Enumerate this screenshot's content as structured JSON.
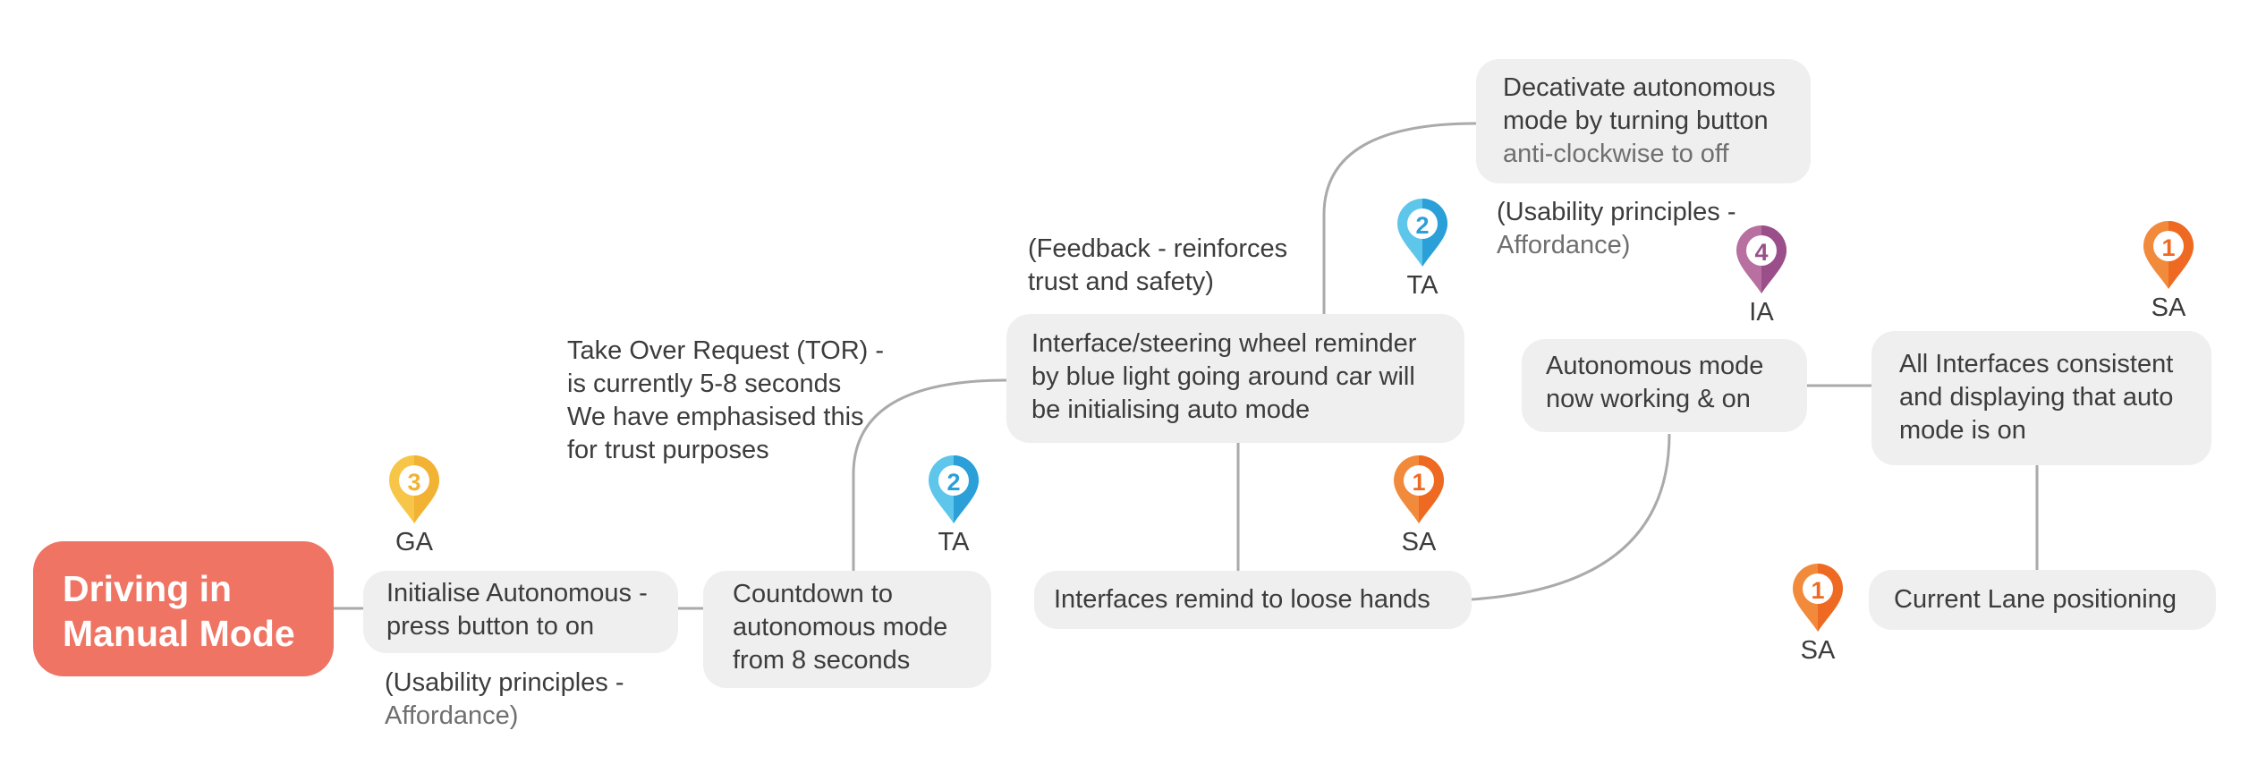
{
  "colors": {
    "root_fill": "#ef7463",
    "node_fill": "#efefef",
    "connector": "#aaaaaa",
    "marker_ga": "#f7c648",
    "marker_ta": "#3db0e8",
    "marker_sa": "#f0762b",
    "marker_ia": "#a75b93"
  },
  "root": {
    "line1": "Driving in",
    "line2": "Manual Mode"
  },
  "nodes": {
    "initialise": {
      "line1": "Initialise Autonomous -",
      "line2": "press button to on"
    },
    "countdown": {
      "line1": "Countdown to",
      "line2": "autonomous mode",
      "line3": "from 8 seconds"
    },
    "reminder": {
      "line1": "Interface/steering wheel reminder",
      "line2": "by blue light going around car will",
      "line3": "be initialising auto mode"
    },
    "loose_hands": {
      "line1": "Interfaces remind to loose hands"
    },
    "deactivate": {
      "line1": "Decativate autonomous",
      "line2": "mode by turning button",
      "line3": "anti-clockwise to off"
    },
    "working": {
      "line1": "Autonomous mode",
      "line2": "now working & on"
    },
    "consistent": {
      "line1": "All Interfaces consistent",
      "line2": "and displaying that auto",
      "line3": "mode is on"
    },
    "lane": {
      "line1": "Current Lane positioning"
    }
  },
  "notes": {
    "usability_1": {
      "line1": "(Usability principles -",
      "line2": "Affordance)"
    },
    "tor": {
      "line1": "Take Over Request (TOR) -",
      "line2": "is currently 5-8 seconds",
      "line3": "We have emphasised this",
      "line4": "for trust purposes"
    },
    "feedback": {
      "line1": "(Feedback - reinforces",
      "line2": "trust and safety)"
    },
    "usability_2": {
      "line1": "(Usability principles -",
      "line2": "Affordance)"
    }
  },
  "markers": {
    "ga_initialise": {
      "number": "3",
      "code": "GA",
      "icon": "map-pin-icon"
    },
    "ta_countdown": {
      "number": "2",
      "code": "TA",
      "icon": "map-pin-icon"
    },
    "ta_deactivate": {
      "number": "2",
      "code": "TA",
      "icon": "map-pin-icon"
    },
    "sa_loose_hands": {
      "number": "1",
      "code": "SA",
      "icon": "map-pin-icon"
    },
    "ia_working": {
      "number": "4",
      "code": "IA",
      "icon": "map-pin-icon"
    },
    "sa_consistent": {
      "number": "1",
      "code": "SA",
      "icon": "map-pin-icon"
    },
    "sa_lane": {
      "number": "1",
      "code": "SA",
      "icon": "map-pin-icon"
    }
  }
}
